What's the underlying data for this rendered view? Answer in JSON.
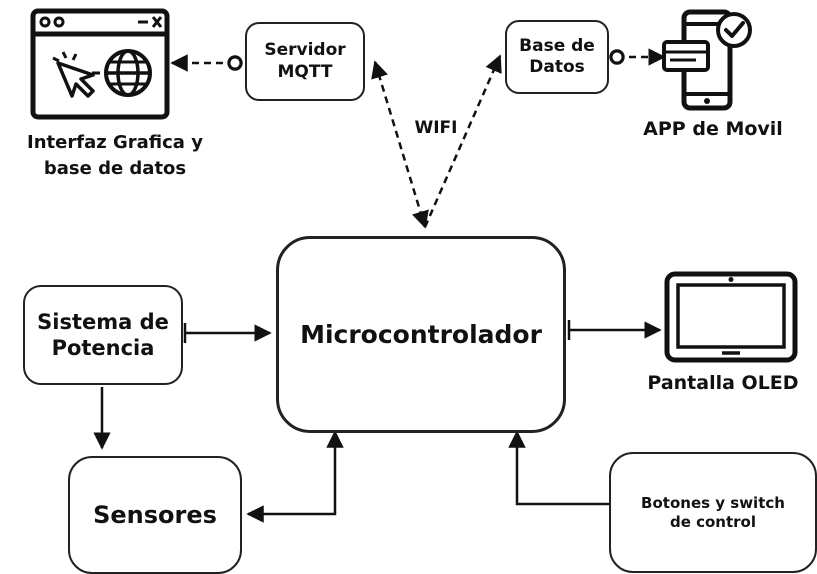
{
  "nodes": {
    "servidor": "Servidor\nMQTT",
    "base_datos": "Base de\nDatos",
    "micro": "Microcontrolador",
    "potencia": "Sistema de\nPotencia",
    "sensores": "Sensores",
    "botones": "Botones y switch\nde control"
  },
  "labels": {
    "interfaz": "Interfaz Grafica y\nbase de datos",
    "app": "APP de Movil",
    "wifi": "WIFI",
    "pantalla": "Pantalla OLED"
  },
  "icons": [
    "browser-globe-icon",
    "mobile-app-check-icon",
    "tablet-oled-icon"
  ],
  "colors": {
    "line": "#111111",
    "border": "#222222",
    "background": "#ffffff"
  }
}
